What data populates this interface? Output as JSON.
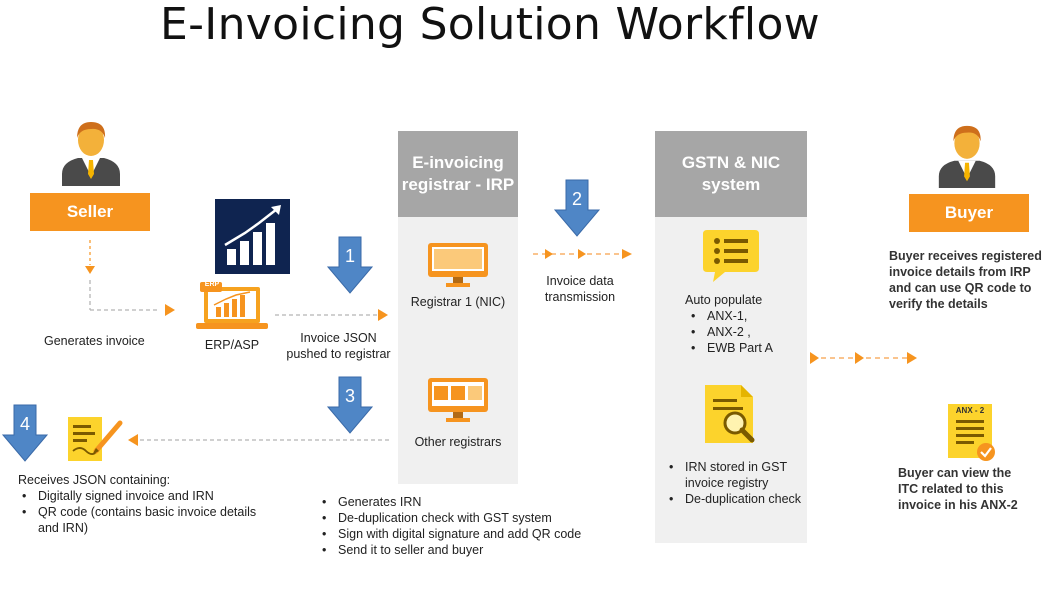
{
  "title": "E-Invoicing Solution Workflow",
  "seller": {
    "label": "Seller",
    "caption": "Generates invoice"
  },
  "erp": {
    "badge": "ERP",
    "caption": "ERP/ASP"
  },
  "steps": {
    "s1": "1",
    "s2": "2",
    "s3": "3",
    "s4": "4"
  },
  "push_caption": [
    "Invoice JSON",
    "pushed to registrar"
  ],
  "irp": {
    "header": [
      "E-invoicing",
      "registrar - IRP"
    ],
    "registrar1": "Registrar 1 (NIC)",
    "other": "Other registrars"
  },
  "transmission": [
    "Invoice data",
    "transmission"
  ],
  "gstn": {
    "header": [
      "GSTN & NIC",
      "system"
    ],
    "auto_title": "Auto populate",
    "auto_items": [
      "ANX-1,",
      "ANX-2 ,",
      "EWB Part A"
    ],
    "irn_items": [
      "IRN stored in GST invoice registry",
      "De-duplication check"
    ]
  },
  "buyer": {
    "label": "Buyer",
    "receives": [
      "Buyer receives registered",
      "invoice details from IRP",
      "and can use QR code to",
      "verify the details"
    ],
    "anx_badge": "ANX - 2",
    "itc": [
      "Buyer can view the",
      "ITC related to this",
      "invoice in his ANX-2"
    ]
  },
  "receives": {
    "title": "Receives JSON containing:",
    "items": [
      "Digitally signed invoice and IRN",
      "QR code (contains basic invoice details and IRN)"
    ]
  },
  "irp_actions": [
    "Generates IRN",
    "De-duplication check with GST system",
    "Sign with digital signature and add QR code",
    "Send it to seller and buyer"
  ],
  "colors": {
    "orange": "#f6941f",
    "grey_header": "#a6a6a6",
    "panel": "#f0f0f0",
    "blue_arrow": "#4f86c6",
    "navy": "#0f2450",
    "yellow": "#fcd32c"
  }
}
